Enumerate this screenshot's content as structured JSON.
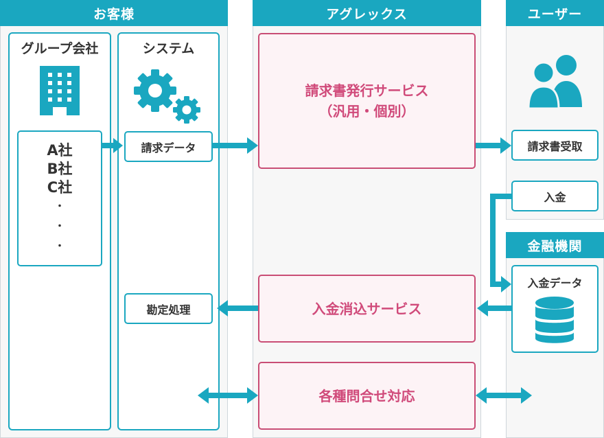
{
  "columns": {
    "customer": "お客様",
    "agrex": "アグレックス",
    "user": "ユーザー",
    "bank": "金融機関"
  },
  "customer": {
    "group_title": "グループ会社",
    "system_title": "システム",
    "companies": [
      "A社",
      "B社",
      "C社",
      "・",
      "・",
      "・"
    ],
    "billing_data": "請求データ",
    "reconciliation": "勘定処理"
  },
  "agrex": {
    "invoice_service_line1": "請求書発行サービス",
    "invoice_service_line2": "（汎用・個別）",
    "payment_service": "入金消込サービス",
    "inquiry_service": "各種問合せ対応"
  },
  "user": {
    "invoice_receipt": "請求書受取",
    "payment": "入金"
  },
  "bank": {
    "payment_data": "入金データ"
  },
  "colors": {
    "accent": "#1aa7c0",
    "pink": "#d04a7a"
  },
  "icons": [
    "building-icon",
    "gears-icon",
    "users-icon",
    "database-icon"
  ]
}
